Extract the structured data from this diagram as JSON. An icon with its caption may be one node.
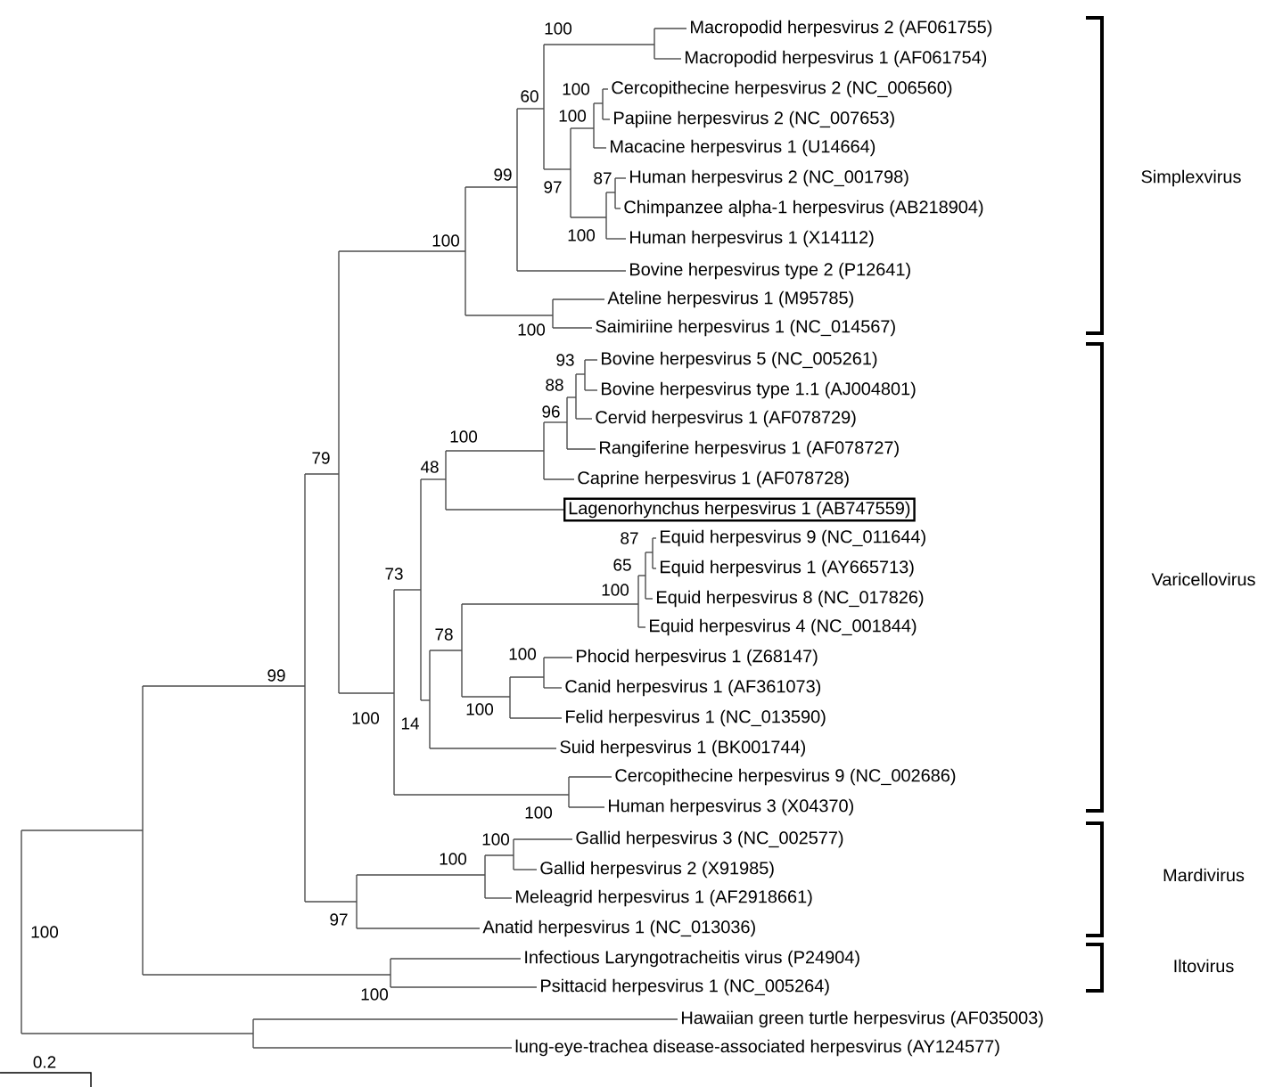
{
  "diagram": {
    "nodes": [
      {
        "text": [
          "Lagenorhynchus herpesvirus 1 (AB747559)"
        ]
      }
    ],
    "labels": [
      "Macropodid herpesvirus 2 (AF061755)",
      "Macropodid herpesvirus 1 (AF061754)",
      "Cercopithecine herpesvirus 2 (NC_006560)",
      "Papiine herpesvirus 2 (NC_007653)",
      "Macacine herpesvirus 1 (U14664)",
      "Human herpesvirus 2 (NC_001798)",
      "Chimpanzee alpha-1 herpesvirus (AB218904)",
      "Human herpesvirus 1 (X14112)",
      "Bovine herpesvirus type 2 (P12641)",
      "Ateline herpesvirus 1 (M95785)",
      "Saimiriine herpesvirus 1 (NC_014567)",
      "Bovine herpesvirus 5 (NC_005261)",
      "Bovine herpesvirus type 1.1 (AJ004801)",
      "Cervid herpesvirus 1 (AF078729)",
      "Rangiferine herpesvirus 1 (AF078727)",
      "Caprine herpesvirus 1 (AF078728)",
      "Equid herpesvirus 9 (NC_011644)",
      "Equid herpesvirus 1 (AY665713)",
      "Equid herpesvirus 8 (NC_017826)",
      "Equid herpesvirus 4 (NC_001844)",
      "Phocid herpesvirus 1 (Z68147)",
      "Canid herpesvirus 1 (AF361073)",
      "Felid herpesvirus 1 (NC_013590)",
      "Suid herpesvirus 1 (BK001744)",
      "Cercopithecine herpesvirus 9 (NC_002686)",
      "Human herpesvirus 3 (X04370)",
      "Gallid herpesvirus 3 (NC_002577)",
      "Gallid herpesvirus 2 (X91985)",
      "Meleagrid herpesvirus 1 (AF2918661)",
      "Anatid herpesvirus 1 (NC_013036)",
      "Infectious Laryngotracheitis virus (P24904)",
      "Psittacid herpesvirus 1 (NC_005264)",
      "Hawaiian green turtle herpesvirus (AF035003)",
      "lung-eye-trachea disease-associated herpesvirus (AY124577)",
      "Simplexvirus",
      "Varicellovirus",
      "Mardivirus",
      "Iltovirus",
      "100",
      "60",
      "100",
      "100",
      "99",
      "97",
      "87",
      "100",
      "100",
      "100",
      "93",
      "88",
      "96",
      "100",
      "79",
      "48",
      "87",
      "65",
      "100",
      "73",
      "78",
      "100",
      "99",
      "100",
      "14",
      "100",
      "100",
      "100",
      "100",
      "97",
      "100",
      "100",
      "0.2"
    ]
  }
}
